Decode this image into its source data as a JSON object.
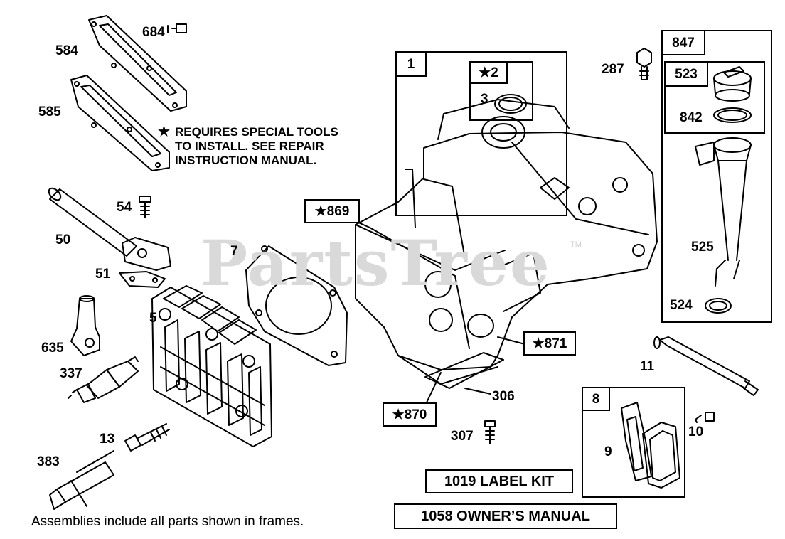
{
  "watermark": {
    "text": "PartsTree",
    "tm": "TM"
  },
  "note": {
    "star": "★",
    "lines": [
      "REQUIRES SPECIAL TOOLS",
      "TO INSTALL.  SEE REPAIR",
      "INSTRUCTION MANUAL."
    ]
  },
  "footer": {
    "text": "Assemblies include all parts shown in frames."
  },
  "kits": {
    "label_kit": "1019 LABEL KIT",
    "owners_manual": "1058 OWNER’S MANUAL"
  },
  "frames": {
    "f1": "1",
    "f847": "847",
    "f523": "523",
    "f8": "8"
  },
  "starred": {
    "s2": "★2",
    "s869": "★869",
    "s871": "★871",
    "s870": "★870"
  },
  "parts": {
    "p684": "684",
    "p584": "584",
    "p585": "585",
    "p54": "54",
    "p50": "50",
    "p51": "51",
    "p7": "7",
    "p5": "5",
    "p635": "635",
    "p337": "337",
    "p13": "13",
    "p383": "383",
    "p3": "3",
    "p287": "287",
    "p842": "842",
    "p525": "525",
    "p524": "524",
    "p11": "11",
    "p306": "306",
    "p307": "307",
    "p9": "9",
    "p10": "10"
  },
  "colors": {
    "ink": "#000000",
    "watermark": "#d9d9d9"
  }
}
